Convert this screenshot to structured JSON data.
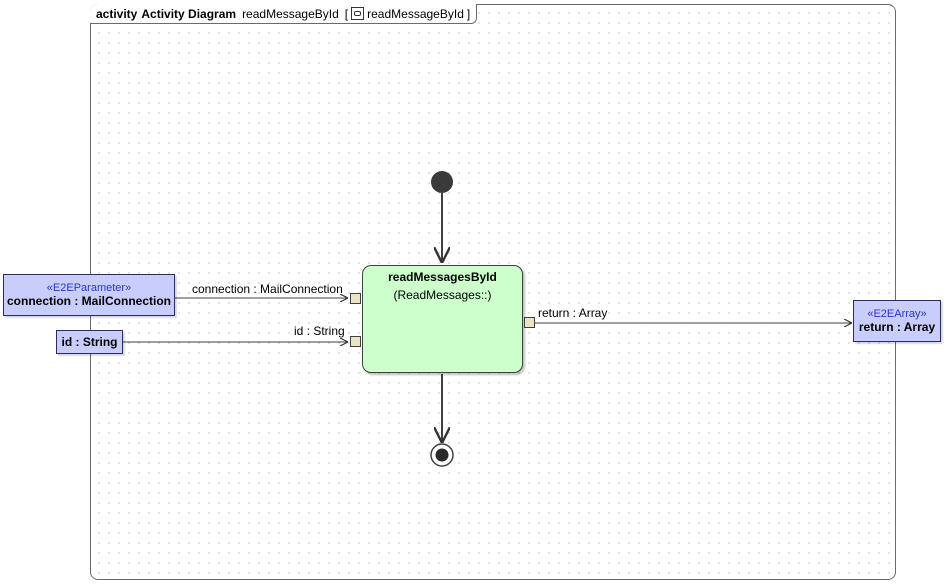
{
  "frame": {
    "keyword": "activity",
    "name": "Activity Diagram",
    "context_name": "readMessageById",
    "bracket_open": "[",
    "behavior_name": "readMessageById",
    "bracket_close": "]",
    "behavior_icon": "behavior-icon"
  },
  "parameters": {
    "connection": {
      "stereotype": "«E2EParameter»",
      "label": "connection : MailConnection"
    },
    "id": {
      "label": "id : String"
    },
    "return": {
      "stereotype": "«E2EArray»",
      "label": "return : Array"
    }
  },
  "action": {
    "name": "readMessagesById",
    "behavior": "(ReadMessages::)"
  },
  "edge_labels": {
    "connection": "connection : MailConnection",
    "id": "id : String",
    "return": "return : Array"
  },
  "colors": {
    "action_fill": "#ccffcc",
    "parameter_fill": "#c9cdfb",
    "pin_fill": "#e8e4c4",
    "stereotype_text": "#2b35c7"
  }
}
